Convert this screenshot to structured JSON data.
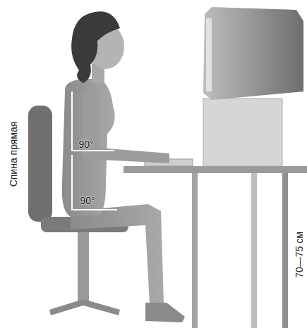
{
  "diagram": {
    "labels": [
      "Спина прямая",
      "90°",
      "90°",
      "70—75 см"
    ]
  }
}
